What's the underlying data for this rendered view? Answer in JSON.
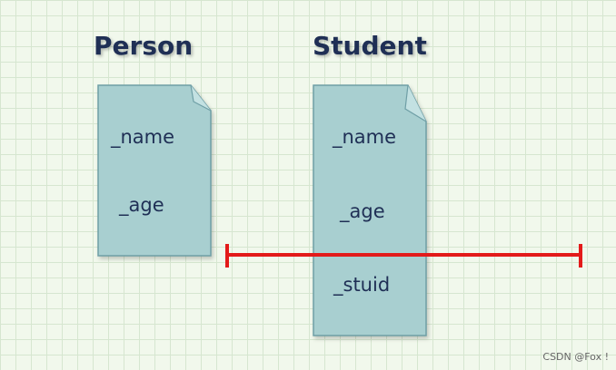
{
  "colors": {
    "card_fill": "#a8cfd0",
    "card_stroke": "#6f9fa6",
    "text": "#1f2f55",
    "bracket": "#e31a1a"
  },
  "person": {
    "title": "Person",
    "fields": [
      "_name",
      "_age"
    ]
  },
  "student": {
    "title": "Student",
    "fields": [
      "_name",
      "_age",
      "_stuid"
    ]
  },
  "watermark": "CSDN @Fox !"
}
